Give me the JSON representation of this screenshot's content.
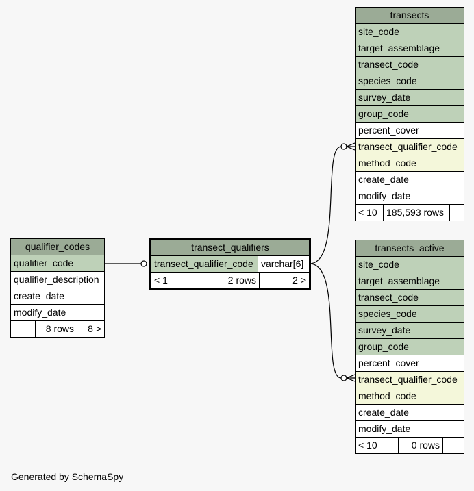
{
  "footer": "Generated by SchemaSpy",
  "tables": {
    "transects": {
      "title": "transects",
      "columns": [
        {
          "name": "site_code",
          "kind": "pk"
        },
        {
          "name": "target_assemblage",
          "kind": "pk"
        },
        {
          "name": "transect_code",
          "kind": "pk"
        },
        {
          "name": "species_code",
          "kind": "pk"
        },
        {
          "name": "survey_date",
          "kind": "pk"
        },
        {
          "name": "group_code",
          "kind": "pk"
        },
        {
          "name": "percent_cover",
          "kind": "plain"
        },
        {
          "name": "transect_qualifier_code",
          "kind": "fk"
        },
        {
          "name": "method_code",
          "kind": "fk"
        },
        {
          "name": "create_date",
          "kind": "plain"
        },
        {
          "name": "modify_date",
          "kind": "plain"
        }
      ],
      "footer": {
        "left": "< 10",
        "middle": "185,593 rows",
        "right": ""
      }
    },
    "transects_active": {
      "title": "transects_active",
      "columns": [
        {
          "name": "site_code",
          "kind": "pk"
        },
        {
          "name": "target_assemblage",
          "kind": "pk"
        },
        {
          "name": "transect_code",
          "kind": "pk"
        },
        {
          "name": "species_code",
          "kind": "pk"
        },
        {
          "name": "survey_date",
          "kind": "pk"
        },
        {
          "name": "group_code",
          "kind": "pk"
        },
        {
          "name": "percent_cover",
          "kind": "plain"
        },
        {
          "name": "transect_qualifier_code",
          "kind": "fk"
        },
        {
          "name": "method_code",
          "kind": "fk"
        },
        {
          "name": "create_date",
          "kind": "plain"
        },
        {
          "name": "modify_date",
          "kind": "plain"
        }
      ],
      "footer": {
        "left": "< 10",
        "middle": "0 rows",
        "right": ""
      }
    },
    "transect_qualifiers": {
      "title": "transect_qualifiers",
      "column": {
        "name": "transect_qualifier_code",
        "type": "varchar[6]"
      },
      "footer": {
        "left": "< 1",
        "middle": "2 rows",
        "right": "2 >"
      }
    },
    "qualifier_codes": {
      "title": "qualifier_codes",
      "columns": [
        {
          "name": "qualifier_code",
          "kind": "pk"
        },
        {
          "name": "qualifier_description",
          "kind": "plain"
        },
        {
          "name": "create_date",
          "kind": "plain"
        },
        {
          "name": "modify_date",
          "kind": "plain"
        }
      ],
      "footer": {
        "left": "",
        "middle": "8 rows",
        "right": "8 >"
      }
    }
  },
  "colors": {
    "header": "#9bab96",
    "primary_key": "#bed1b8",
    "foreign_key": "#f4f7da",
    "background": "#f7f7f7"
  }
}
